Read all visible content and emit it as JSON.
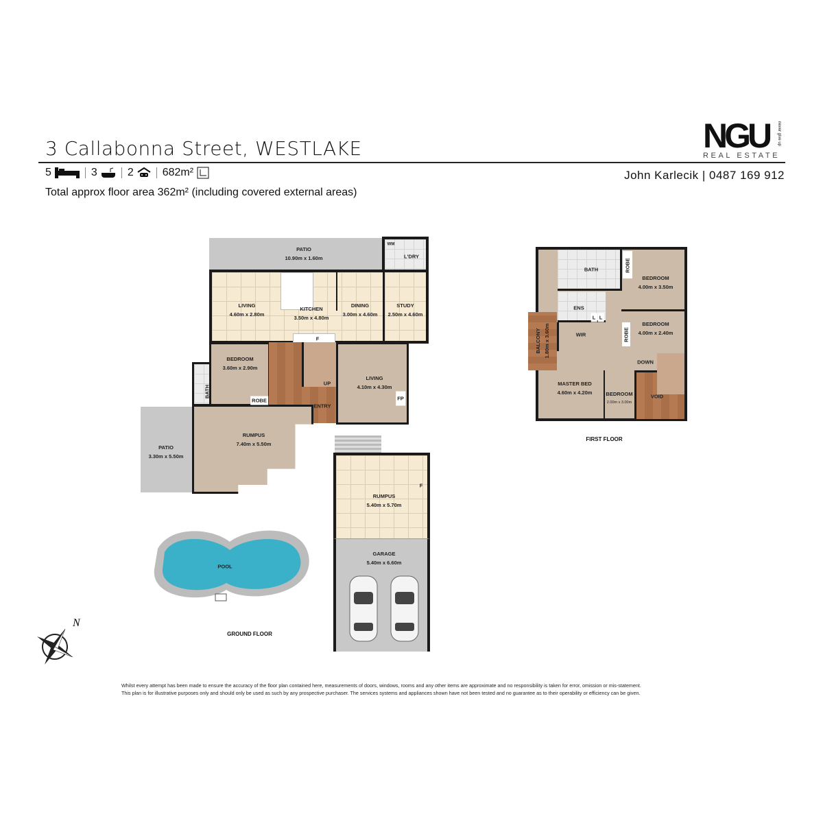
{
  "header": {
    "address": "3 Callabonna Street, WESTLAKE",
    "beds": "5",
    "baths": "3",
    "cars": "2",
    "land_area": "682m²",
    "floor_area_note": "Total approx floor area 362m² (including covered external areas)",
    "agent": "John Karlecik | 0487 169 912",
    "icons": [
      "bed-icon",
      "bath-icon",
      "car-icon",
      "land-area-icon"
    ]
  },
  "logo": {
    "brand": "NGU",
    "tagline": "never give up",
    "subtitle": "REAL ESTATE"
  },
  "ground_floor": {
    "label": "GROUND FLOOR",
    "rooms": [
      {
        "name": "PATIO",
        "size": "10.90m x 1.60m"
      },
      {
        "name": "L'DRY",
        "size": ""
      },
      {
        "name": "LIVING",
        "size": "4.60m x 2.80m"
      },
      {
        "name": "KITCHEN",
        "size": "3.50m x 4.80m"
      },
      {
        "name": "DINING",
        "size": "3.00m x 4.60m"
      },
      {
        "name": "STUDY",
        "size": "2.50m x 4.60m"
      },
      {
        "name": "BEDROOM",
        "size": "3.60m x 2.90m"
      },
      {
        "name": "BATH",
        "size": ""
      },
      {
        "name": "ROBE",
        "size": ""
      },
      {
        "name": "LIVING",
        "size": "4.10m x 4.30m"
      },
      {
        "name": "ENTRY",
        "size": ""
      },
      {
        "name": "RUMPUS",
        "size": "7.40m x 5.50m"
      },
      {
        "name": "PATIO",
        "size": "3.30m x 5.50m"
      },
      {
        "name": "RUMPUS",
        "size": "5.40m x 5.70m"
      },
      {
        "name": "GARAGE",
        "size": "5.40m x 6.60m"
      },
      {
        "name": "POOL",
        "size": ""
      }
    ],
    "fixtures": {
      "wm": "WM",
      "fridge": "F",
      "fireplace": "FP",
      "up": "UP"
    }
  },
  "first_floor": {
    "label": "FIRST FLOOR",
    "rooms": [
      {
        "name": "BATH",
        "size": ""
      },
      {
        "name": "ROBE",
        "size": ""
      },
      {
        "name": "BEDROOM",
        "size": "4.00m x 3.50m"
      },
      {
        "name": "ENS",
        "size": ""
      },
      {
        "name": "BEDROOM",
        "size": "4.00m x 2.40m"
      },
      {
        "name": "ROBE",
        "size": ""
      },
      {
        "name": "WIR",
        "size": ""
      },
      {
        "name": "BALCONY",
        "size": "1.80m x 3.60m"
      },
      {
        "name": "MASTER BED",
        "size": "4.60m x 4.20m"
      },
      {
        "name": "BEDROOM",
        "size": "2.00m x 3.00m"
      },
      {
        "name": "VOID",
        "size": ""
      }
    ],
    "fixtures": {
      "linen": "L",
      "down": "DOWN"
    }
  },
  "compass": {
    "north": "N"
  },
  "disclaimer": [
    "Whilst every attempt has been made to ensure the accuracy of the floor plan contained here, measurements of doors, windows, rooms and any other items are approximate and no responsibility is taken for error, omission or mis-statement.",
    "This plan is for illustrative purposes only and should only be used as such by any prospective purchaser. The services systems and appliances shown have not been tested and no guarantee as to their operability or efficiency can be given."
  ]
}
